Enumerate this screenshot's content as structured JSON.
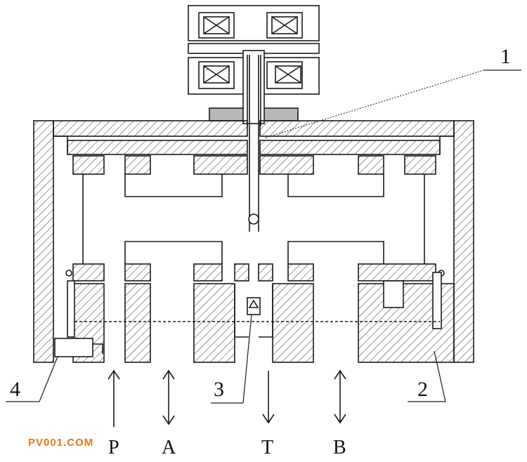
{
  "labels": {
    "callout_1": "1",
    "callout_2": "2",
    "callout_3": "3",
    "callout_4": "4"
  },
  "ports": {
    "p": "P",
    "a": "A",
    "t": "T",
    "b": "B"
  },
  "watermark": "PV001.COM",
  "colors": {
    "line": "#1a1a1a",
    "watermark": "#e07b1a",
    "fill_gray": "#b8b8b8"
  }
}
